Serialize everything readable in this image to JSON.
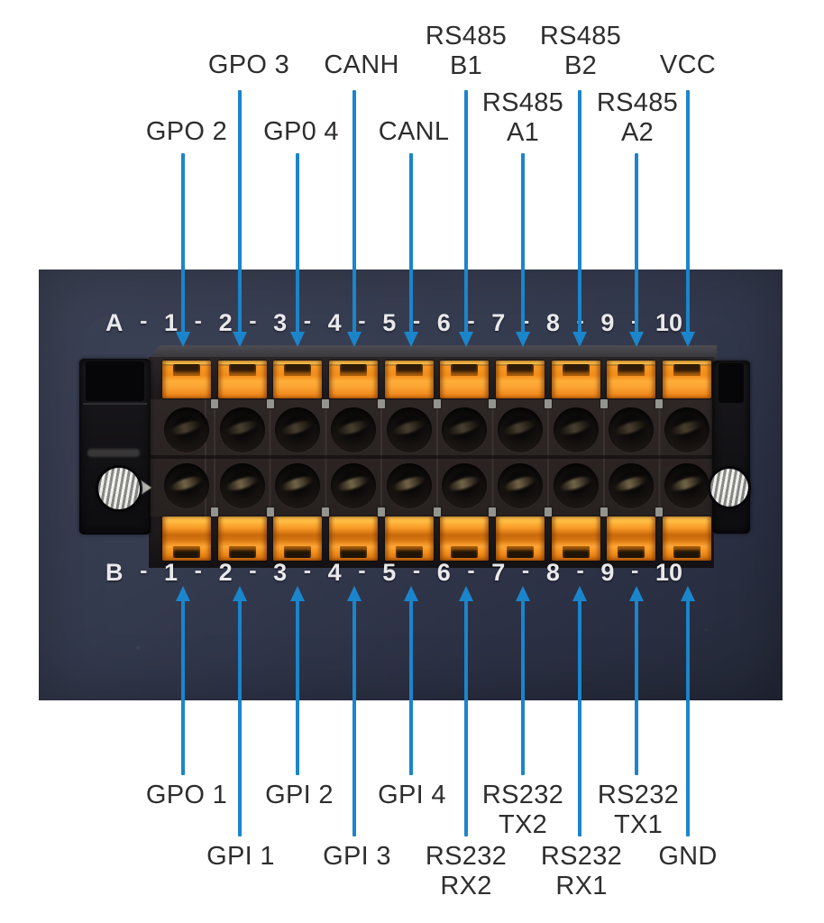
{
  "figure": {
    "kind": "terminal-block-pinout-photo",
    "rows_letters": [
      "A",
      "B"
    ],
    "pins_per_row": 10
  },
  "colors": {
    "arrow": "#1b85cc",
    "label_text": "#2e2e2e",
    "header_text": "#e9e9ec",
    "panel_navy": "#363c50",
    "clamp_orange": "#f28d1a"
  },
  "rows": {
    "top": {
      "letter": "A",
      "header": [
        "A",
        "-",
        "1",
        "-",
        "2",
        "-",
        "3",
        "-",
        "4",
        "-",
        "5",
        "-",
        "6",
        "-",
        "7",
        "-",
        "8",
        "-",
        "9",
        "-",
        "10"
      ],
      "pins": [
        {
          "pin": "A1",
          "signal": "GPO 2",
          "tier": "near"
        },
        {
          "pin": "A2",
          "signal": "GPO 3",
          "tier": "far"
        },
        {
          "pin": "A3",
          "signal": "GP0 4",
          "tier": "near"
        },
        {
          "pin": "A4",
          "signal": "CANH",
          "tier": "far"
        },
        {
          "pin": "A5",
          "signal": "CANL",
          "tier": "near"
        },
        {
          "pin": "A6",
          "signal": "RS485\nB1",
          "tier": "far"
        },
        {
          "pin": "A7",
          "signal": "RS485\nA1",
          "tier": "near"
        },
        {
          "pin": "A8",
          "signal": "RS485\nB2",
          "tier": "far"
        },
        {
          "pin": "A9",
          "signal": "RS485\nA2",
          "tier": "near"
        },
        {
          "pin": "A10",
          "signal": "VCC",
          "tier": "far"
        }
      ]
    },
    "bottom": {
      "letter": "B",
      "header": [
        "B",
        "-",
        "1",
        "-",
        "2",
        "-",
        "3",
        "-",
        "4",
        "-",
        "5",
        "-",
        "6",
        "-",
        "7",
        "-",
        "8",
        "-",
        "9",
        "-",
        "10"
      ],
      "pins": [
        {
          "pin": "B1",
          "signal": "GPO 1",
          "tier": "near"
        },
        {
          "pin": "B2",
          "signal": "GPI 1",
          "tier": "far"
        },
        {
          "pin": "B3",
          "signal": "GPI 2",
          "tier": "near"
        },
        {
          "pin": "B4",
          "signal": "GPI 3",
          "tier": "far"
        },
        {
          "pin": "B5",
          "signal": "GPI 4",
          "tier": "near"
        },
        {
          "pin": "B6",
          "signal": "RS232\nRX2",
          "tier": "far"
        },
        {
          "pin": "B7",
          "signal": "RS232\nTX2",
          "tier": "near"
        },
        {
          "pin": "B8",
          "signal": "RS232\nRX1",
          "tier": "far"
        },
        {
          "pin": "B9",
          "signal": "RS232\nTX1",
          "tier": "near"
        },
        {
          "pin": "B10",
          "signal": "GND",
          "tier": "far"
        }
      ]
    }
  }
}
